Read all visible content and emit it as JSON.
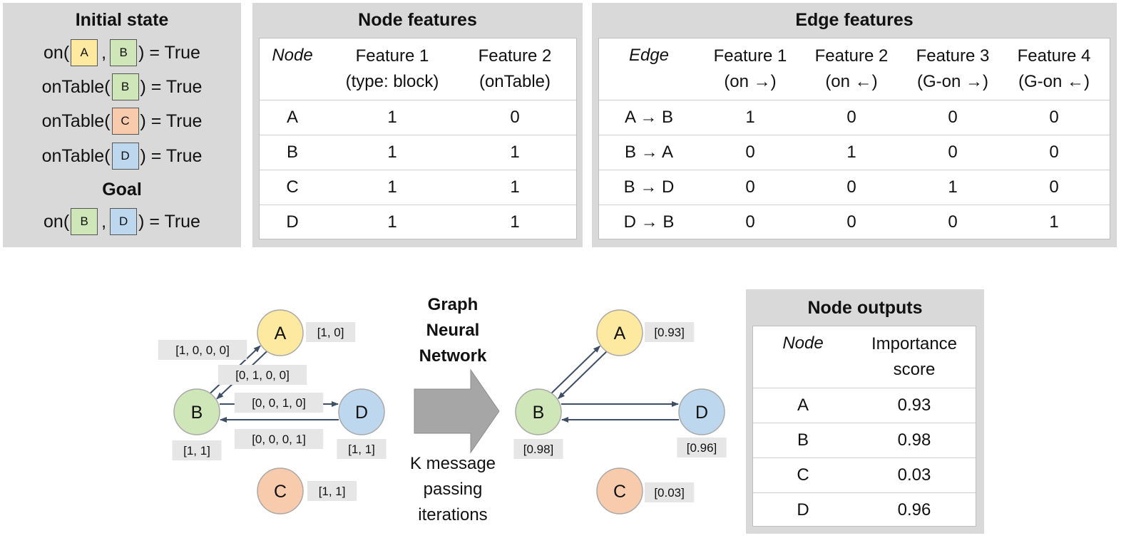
{
  "colors": {
    "panel_bg": "#d9d9d9",
    "node_A": "#fde9a0",
    "node_B": "#cfe6b9",
    "node_C": "#f8cbad",
    "node_D": "#bdd7ee",
    "edge": "#3e4e66",
    "arrow_fill": "#a6a6a6",
    "label_bg": "#e6e6e6"
  },
  "initial_state": {
    "title": "Initial state",
    "lines": [
      {
        "pred": "on(",
        "args": [
          "A",
          "B"
        ],
        "tail": ") = True"
      },
      {
        "pred": "onTable(",
        "args": [
          "B"
        ],
        "tail": ") = True"
      },
      {
        "pred": "onTable(",
        "args": [
          "C"
        ],
        "tail": ") = True"
      },
      {
        "pred": "onTable(",
        "args": [
          "D"
        ],
        "tail": ") = True"
      }
    ],
    "goal_title": "Goal",
    "goal": {
      "pred": "on(",
      "args": [
        "B",
        "D"
      ],
      "tail": ") = True"
    },
    "separator": ","
  },
  "node_features": {
    "title": "Node features",
    "headers": [
      "Node",
      "Feature 1\n(type: block)",
      "Feature 2\n(onTable)"
    ],
    "rows": [
      [
        "A",
        "1",
        "0"
      ],
      [
        "B",
        "1",
        "1"
      ],
      [
        "C",
        "1",
        "1"
      ],
      [
        "D",
        "1",
        "1"
      ]
    ]
  },
  "edge_features": {
    "title": "Edge features",
    "headers": [
      "Edge",
      "Feature 1\n(on →)",
      "Feature 2\n(on ←)",
      "Feature 3\n(G-on →)",
      "Feature 4\n(G-on ←)"
    ],
    "rows": [
      [
        "A → B",
        "1",
        "0",
        "0",
        "0"
      ],
      [
        "B → A",
        "0",
        "1",
        "0",
        "0"
      ],
      [
        "B → D",
        "0",
        "0",
        "1",
        "0"
      ],
      [
        "D → B",
        "0",
        "0",
        "0",
        "1"
      ]
    ]
  },
  "input_graph": {
    "nodes": [
      "A",
      "B",
      "C",
      "D"
    ],
    "node_labels": {
      "A": "[1, 0]",
      "B": "[1, 1]",
      "C": "[1, 1]",
      "D": "[1, 1]"
    },
    "edge_labels": {
      "A_B": "[1, 0, 0, 0]",
      "B_A": "[0, 1, 0, 0]",
      "B_D": "[0, 0, 1, 0]",
      "D_B": "[0, 0, 0, 1]"
    }
  },
  "gnn": {
    "title": "Graph\nNeural\nNetwork",
    "subtitle": "K message\npassing\niterations"
  },
  "output_graph": {
    "nodes": [
      "A",
      "B",
      "C",
      "D"
    ],
    "node_labels": {
      "A": "[0.93]",
      "B": "[0.98]",
      "C": "[0.03]",
      "D": "[0.96]"
    }
  },
  "node_outputs": {
    "title": "Node outputs",
    "headers": [
      "Node",
      "Importance\nscore"
    ],
    "rows": [
      [
        "A",
        "0.93"
      ],
      [
        "B",
        "0.98"
      ],
      [
        "C",
        "0.03"
      ],
      [
        "D",
        "0.96"
      ]
    ]
  }
}
